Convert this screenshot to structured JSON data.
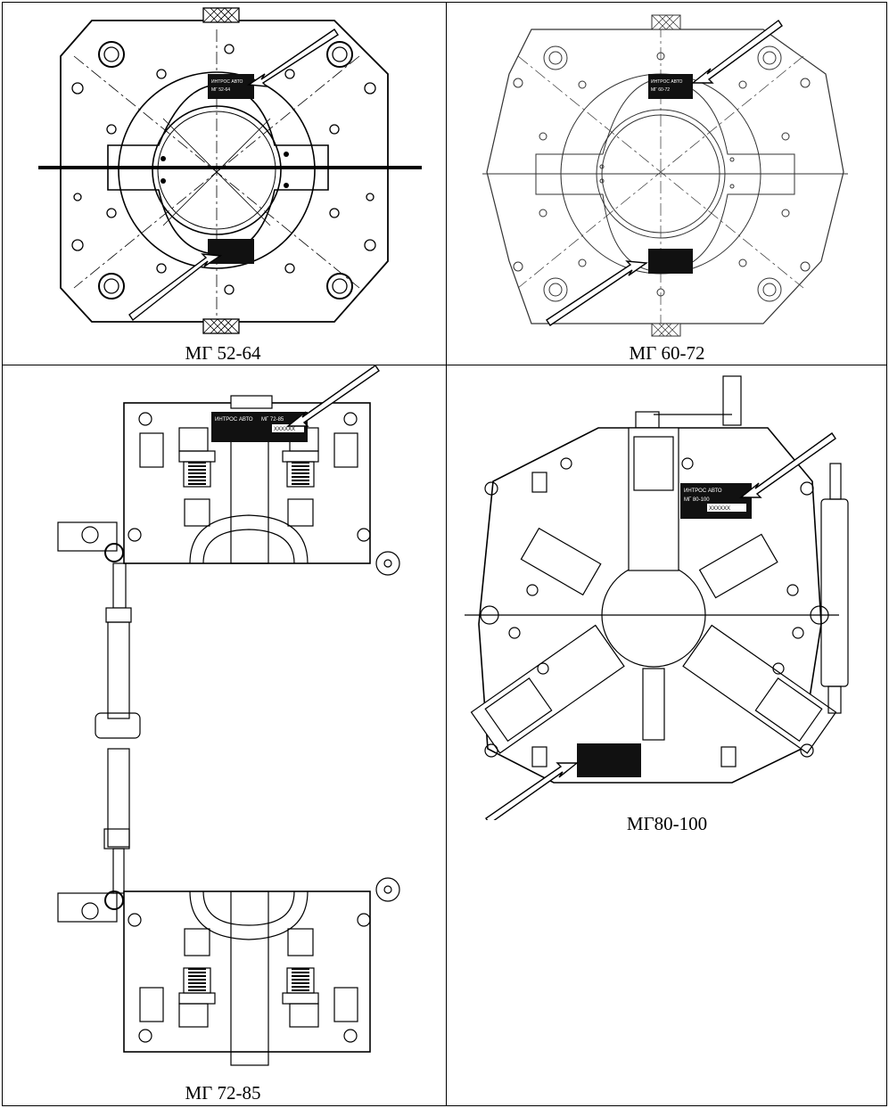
{
  "figures": [
    {
      "caption": "МГ 52-64",
      "plate_lines": [
        "ИНТРОС АВТО",
        "МГ 52-64"
      ]
    },
    {
      "caption": "МГ 60-72",
      "plate_lines": [
        "ИНТРОС АВТО",
        "МГ 60-72"
      ]
    },
    {
      "caption": "МГ 72-85",
      "plate_lines": [
        "ИНТРОС АВТО",
        "МГ 72-85",
        "XXXXXX"
      ]
    },
    {
      "caption": "МГ80-100",
      "plate_lines": [
        "ИНТРОС АВТО",
        "МГ 80-100",
        "XXXXXX"
      ]
    }
  ]
}
